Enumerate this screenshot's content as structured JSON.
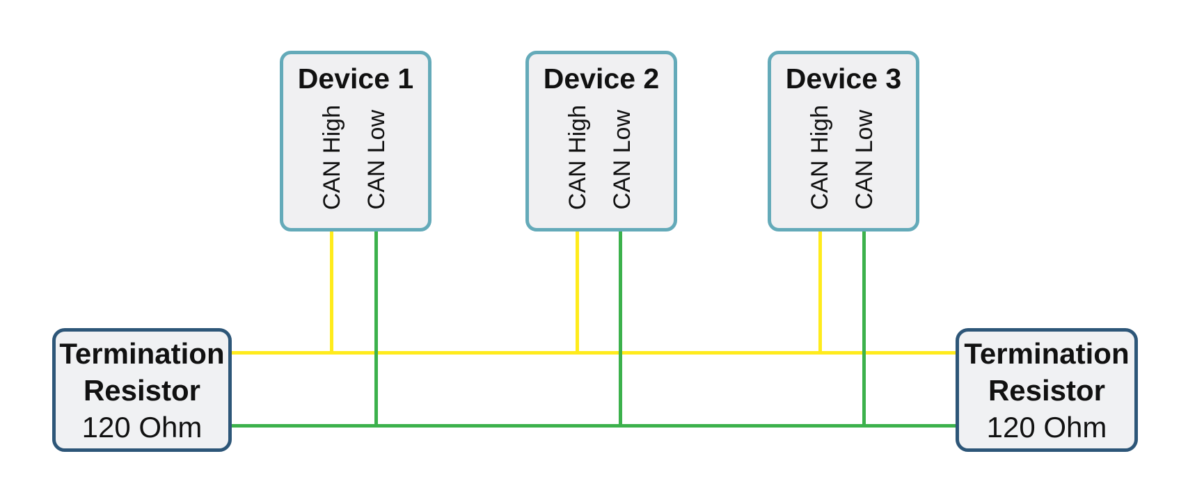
{
  "colors": {
    "can_high": "#FFEB1C",
    "can_low": "#3CB14C",
    "device_border": "#64AAB9",
    "device_fill": "#F0F0F2",
    "terminator_border": "#2D5678",
    "terminator_fill": "#F0F1F3",
    "text": "#111111",
    "background": "#FFFFFF"
  },
  "devices": [
    {
      "title": "Device 1",
      "pins": [
        "CAN High",
        "CAN Low"
      ]
    },
    {
      "title": "Device 2",
      "pins": [
        "CAN High",
        "CAN Low"
      ]
    },
    {
      "title": "Device 3",
      "pins": [
        "CAN High",
        "CAN Low"
      ]
    }
  ],
  "terminators": [
    {
      "lines": [
        "Termination",
        "Resistor",
        "120 Ohm"
      ]
    },
    {
      "lines": [
        "Termination",
        "Resistor",
        "120 Ohm"
      ]
    }
  ]
}
